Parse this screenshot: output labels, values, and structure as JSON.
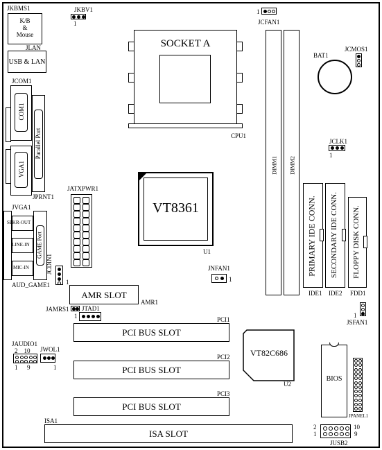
{
  "labels": {
    "jkbms1": "JKBMS1",
    "kb_mouse": "K/B\n&\nMouse",
    "jkbv1": "JKBV1",
    "jkbv1_pin": "1",
    "jcfan1": "JCFAN1",
    "jcfan1_pin": "1",
    "jlan": "JLAN",
    "usb_lan": "USB & LAN",
    "socket": "SOCKET A",
    "bat1": "BAT1",
    "jcmos1": "JCMOS1",
    "jcom1": "JCOM1",
    "com1": "COM1",
    "parallel": "Parallel Port",
    "vga1": "VGA1",
    "cpu1": "CPU1",
    "dimm1": "DIMM1",
    "dimm2": "DIMM2",
    "jclk1": "JCLK1",
    "jclk1_pin": "1",
    "jprnt1": "JPRNT1",
    "jatxpwr1": "JATXPWR1",
    "vt8361": "VT8361",
    "jvga1": "JVGA1",
    "spkr_out": "SPKR-OUT",
    "line_in": "LINE-IN",
    "mic_in": "MIC-IN",
    "game_port": "GAME Port",
    "aud_game1": "AUD_GAME1",
    "jcdin1": "JCDIN1",
    "jcdin1_pin": "1",
    "u1": "U1",
    "jnfan1": "JNFAN1",
    "jnfan1_pin": "1",
    "primary_ide": "PRIMARY IDE CONN.",
    "secondary_ide": "SECONDARY IDE CONN.",
    "floppy": "FLOPPY DISK CONN.",
    "ide1": "IDE1",
    "ide2": "IDE2",
    "fdd1": "FDD1",
    "amr_slot": "AMR SLOT",
    "amr1": "AMR1",
    "jamrs1": "JAMRS1",
    "jtad1": "JTAD1",
    "jtad1_pin": "1",
    "jsfan1": "JSFAN1",
    "jsfan1_pin": "1",
    "pci1": "PCI1",
    "pci2": "PCI2",
    "pci3": "PCI3",
    "pci_slot": "PCI BUS SLOT",
    "vt82c686": "VT82C686",
    "u2": "U2",
    "jaudio1": "JAUDIO1",
    "jaudio1_top": "2    10",
    "jaudio1_bot": "1      9",
    "jwol1": "JWOL1",
    "jwol1_pin": "1",
    "bios": "BIOS",
    "jpanel1": "JPANEL1",
    "isa1": "ISA1",
    "isa_slot": "ISA SLOT",
    "jusb2": "JUSB2",
    "jusb2_l_top": "2",
    "jusb2_l_bot": "1",
    "jusb2_r_top": "10",
    "jusb2_r_bot": "9"
  }
}
